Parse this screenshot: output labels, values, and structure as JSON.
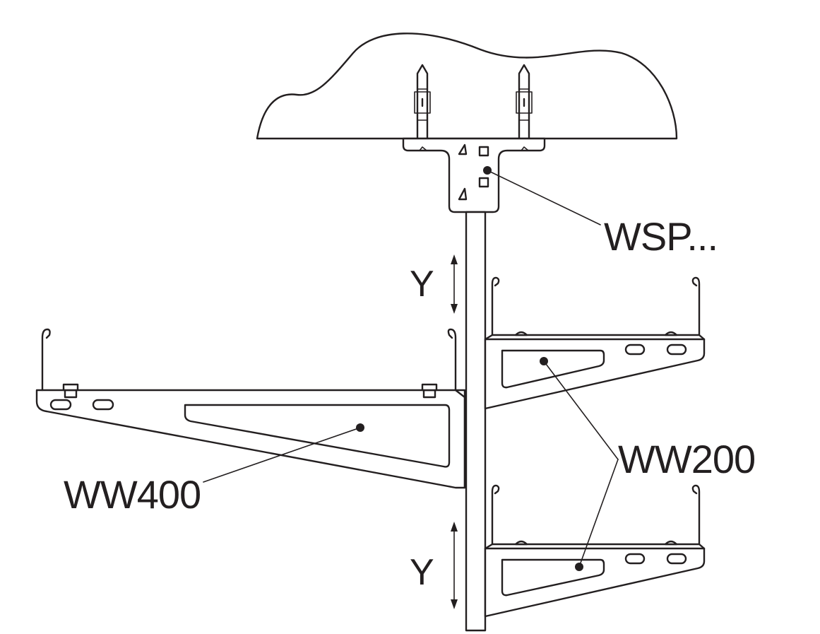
{
  "labels": {
    "wsp": "WSP...",
    "ww400": "WW400",
    "ww200": "WW200",
    "y_top": "Y",
    "y_bottom": "Y"
  },
  "colors": {
    "line": "#231f20",
    "background": "#ffffff"
  }
}
